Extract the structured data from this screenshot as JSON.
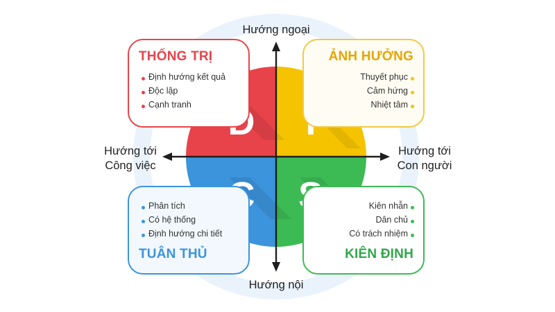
{
  "colors": {
    "dominance": "#e8434a",
    "influence": "#f5c300",
    "steadiness": "#3cba54",
    "compliance": "#3b94dc",
    "ring": "#e9f2fb",
    "axis": "#1e1e1e"
  },
  "axes": {
    "top": "Hướng ngoại",
    "bottom": "Hướng nội",
    "left_line1": "Hướng tới",
    "left_line2": "Công việc",
    "right_line1": "Hướng tới",
    "right_line2": "Con người"
  },
  "quadrants": {
    "d": {
      "letter": "D",
      "title": "THỐNG TRỊ",
      "traits": [
        "Định hướng kết quả",
        "Độc lập",
        "Cạnh tranh"
      ]
    },
    "i": {
      "letter": "I",
      "title": "ẢNH HƯỞNG",
      "traits": [
        "Thuyết phục",
        "Cảm hứng",
        "Nhiệt tâm"
      ]
    },
    "c": {
      "letter": "C",
      "title": "TUÂN THỦ",
      "traits": [
        "Phân tích",
        "Có hệ thống",
        "Định hướng chi tiết"
      ]
    },
    "s": {
      "letter": "S",
      "title": "KIÊN ĐỊNH",
      "traits": [
        "Kiên nhẫn",
        "Dân chủ",
        "Có trách nhiệm"
      ]
    }
  }
}
